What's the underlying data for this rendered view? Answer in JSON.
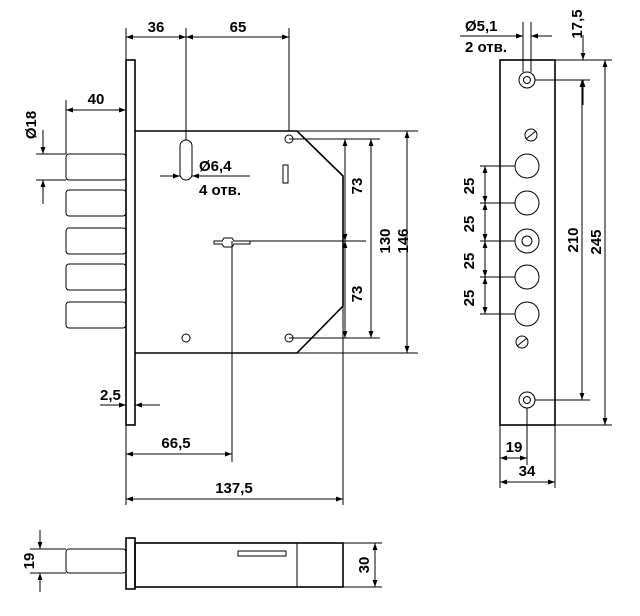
{
  "drawing": {
    "front_view": {
      "dim_36": "36",
      "dim_65": "65",
      "dim_40": "40",
      "dim_diam18": "Ø18",
      "dim_diam64": "Ø6,4",
      "holes_count_4": "4 отв.",
      "dim_73_top": "73",
      "dim_130": "130",
      "dim_146": "146",
      "dim_73_bottom": "73",
      "dim_2_5": "2,5",
      "dim_66_5": "66,5",
      "dim_137_5": "137,5"
    },
    "faceplate_view": {
      "dim_diam51": "Ø5,1",
      "holes_count_2": "2 отв.",
      "dim_17_5": "17,5",
      "dim_25_a": "25",
      "dim_25_b": "25",
      "dim_25_c": "25",
      "dim_25_d": "25",
      "dim_210": "210",
      "dim_245": "245",
      "dim_19": "19",
      "dim_34": "34"
    },
    "side_view": {
      "dim_19": "19",
      "dim_30": "30"
    }
  }
}
